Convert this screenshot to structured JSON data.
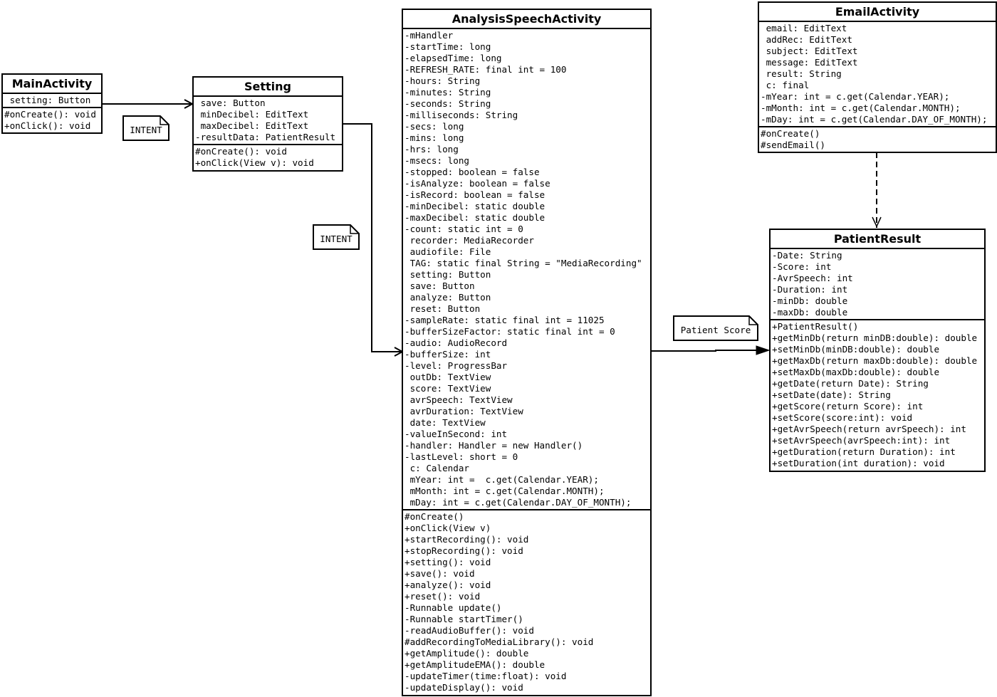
{
  "classes": {
    "main_activity": {
      "name": "MainActivity",
      "attributes": [
        " setting: Button"
      ],
      "methods": [
        "#onCreate(): void",
        "+onClick(): void"
      ]
    },
    "setting": {
      "name": "Setting",
      "attributes": [
        " save: Button",
        " minDecibel: EditText",
        " maxDecibel: EditText",
        "-resultData: PatientResult"
      ],
      "methods": [
        "#onCreate(): void",
        "+onClick(View v): void"
      ]
    },
    "analysis_speech_activity": {
      "name": "AnalysisSpeechActivity",
      "attributes": [
        "-mHandler",
        "-startTime: long",
        "-elapsedTime: long",
        "-REFRESH_RATE: final int = 100",
        "-hours: String",
        "-minutes: String",
        "-seconds: String",
        "-milliseconds: String",
        "-secs: long",
        "-mins: long",
        "-hrs: long",
        "-msecs: long",
        "-stopped: boolean = false",
        "-isAnalyze: boolean = false",
        "-isRecord: boolean = false",
        "-minDecibel: static double",
        "-maxDecibel: static double",
        "-count: static int = 0",
        " recorder: MediaRecorder",
        " audiofile: File",
        " TAG: static final String = \"MediaRecording\"",
        " setting: Button",
        " save: Button",
        " analyze: Button",
        " reset: Button",
        "-sampleRate: static final int = 11025",
        "-bufferSizeFactor: static final int = 0",
        "-audio: AudioRecord",
        "-bufferSize: int",
        "-level: ProgressBar",
        " outDb: TextView",
        " score: TextView",
        " avrSpeech: TextView",
        " avrDuration: TextView",
        " date: TextView",
        "-valueInSecond: int",
        "-handler: Handler = new Handler()",
        "-lastLevel: short = 0",
        " c: Calendar",
        " mYear: int =  c.get(Calendar.YEAR);",
        " mMonth: int = c.get(Calendar.MONTH);",
        " mDay: int = c.get(Calendar.DAY_OF_MONTH);"
      ],
      "methods": [
        "#onCreate()",
        "+onClick(View v)",
        "+startRecording(): void",
        "+stopRecording(): void",
        "+setting(): void",
        "+save(): void",
        "+analyze(): void",
        "+reset(): void",
        "-Runnable update()",
        "-Runnable startTimer()",
        "-readAudioBuffer(): void",
        "#addRecordingToMediaLibrary(): void",
        "+getAmplitude(): double",
        "+getAmplitudeEMA(): double",
        "-updateTimer(time:float): void",
        "-updateDisplay(): void"
      ]
    },
    "email_activity": {
      "name": "EmailActivity",
      "attributes": [
        " email: EditText",
        " addRec: EditText",
        " subject: EditText",
        " message: EditText",
        " result: String",
        " c: final",
        "-mYear: int = c.get(Calendar.YEAR);",
        "-mMonth: int = c.get(Calendar.MONTH);",
        "-mDay: int = c.get(Calendar.DAY_OF_MONTH);"
      ],
      "methods": [
        "#onCreate()",
        "#sendEmail()"
      ]
    },
    "patient_result": {
      "name": "PatientResult",
      "attributes": [
        "-Date: String",
        "-Score: int",
        "-AvrSpeech: int",
        "-Duration: int",
        "-minDb: double",
        "-maxDb: double"
      ],
      "methods": [
        "+PatientResult()",
        "+getMinDb(return minDB:double): double",
        "+setMinDb(minDB:double): double",
        "+getMaxDb(return maxDb:double): double",
        "+setMaxDb(maxDb:double): double",
        "+getDate(return Date): String",
        "+setDate(date): String",
        "+getScore(return Score): int",
        "+setScore(score:int): void",
        "+getAvrSpeech(return avrSpeech): int",
        "+setAvrSpeech(avrSpeech:int): int",
        "+getDuration(return Duration): int",
        "+setDuration(int duration): void"
      ]
    }
  },
  "notes": {
    "intent_1": "INTENT",
    "intent_2": "INTENT",
    "patient_score": "Patient Score"
  }
}
